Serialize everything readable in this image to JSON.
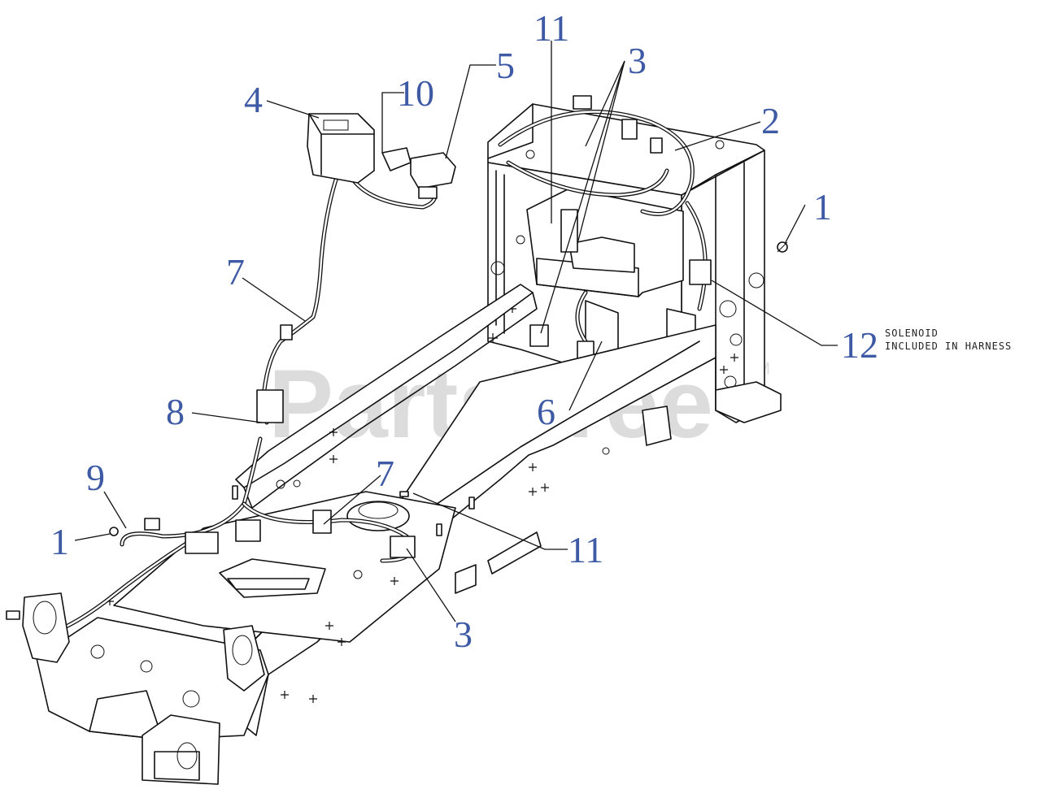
{
  "watermark": {
    "text": "PartsTree",
    "trademark": "TM"
  },
  "callouts": [
    {
      "id": "callout-4",
      "label": "4"
    },
    {
      "id": "callout-10",
      "label": "10"
    },
    {
      "id": "callout-5",
      "label": "5"
    },
    {
      "id": "callout-11-top",
      "label": "11"
    },
    {
      "id": "callout-3-top",
      "label": "3"
    },
    {
      "id": "callout-2",
      "label": "2"
    },
    {
      "id": "callout-1-right",
      "label": "1"
    },
    {
      "id": "callout-7-top",
      "label": "7"
    },
    {
      "id": "callout-12",
      "label": "12"
    },
    {
      "id": "callout-8",
      "label": "8"
    },
    {
      "id": "callout-6",
      "label": "6"
    },
    {
      "id": "callout-9",
      "label": "9"
    },
    {
      "id": "callout-7-mid",
      "label": "7"
    },
    {
      "id": "callout-1-left",
      "label": "1"
    },
    {
      "id": "callout-11-bottom",
      "label": "11"
    },
    {
      "id": "callout-3-bottom",
      "label": "3"
    }
  ],
  "notes": {
    "solenoid_line1": "SOLENOID",
    "solenoid_line2": "INCLUDED IN HARNESS"
  }
}
